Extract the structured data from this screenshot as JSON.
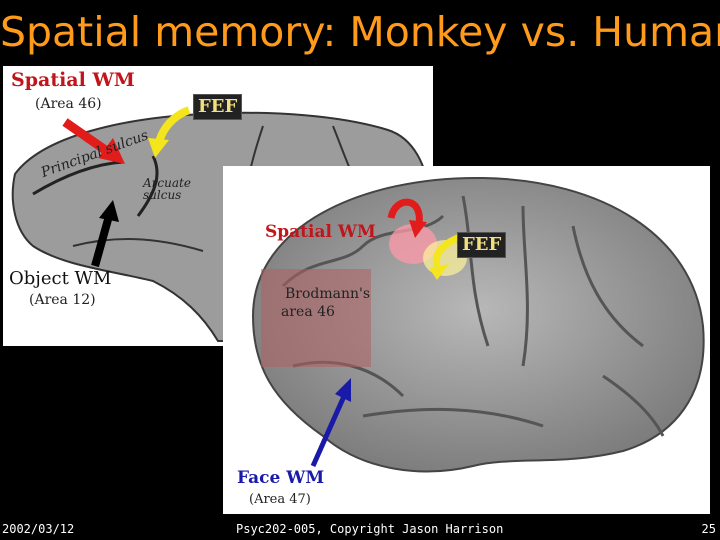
{
  "slide": {
    "title": "Spatial memory: Monkey vs. Human",
    "footer_date": "2002/03/12",
    "footer_copyright": "Psyc202-005, Copyright Jason Harrison",
    "page_number": "25"
  },
  "monkey": {
    "spatial_wm_label": "Spatial WM",
    "area46_label": "(Area 46)",
    "fef_label": "FEF",
    "principal_sulcus_label": "Principal sulcus",
    "arcuate_sulcus_line1": "Arcuate",
    "arcuate_sulcus_line2": "sulcus",
    "object_wm_label": "Object WM",
    "area12_label": "(Area 12)"
  },
  "human": {
    "spatial_wm_label": "Spatial WM",
    "fef_label": "FEF",
    "brodmann_line1": "Brodmann's",
    "brodmann_line2": "area 46",
    "face_wm_label": "Face WM",
    "area47_label": "(Area 47)"
  },
  "colors": {
    "title": "#ff9a1a",
    "label_red": "#c0161b",
    "arrow_red": "#e21b1b",
    "arrow_yellow": "#f5e51c",
    "arrow_blue": "#1a1aa8",
    "brain_gray": "#9c9c9c"
  },
  "icons": [
    "red-arrow-icon",
    "yellow-arrow-icon",
    "black-arrow-icon",
    "blue-arrow-icon"
  ]
}
